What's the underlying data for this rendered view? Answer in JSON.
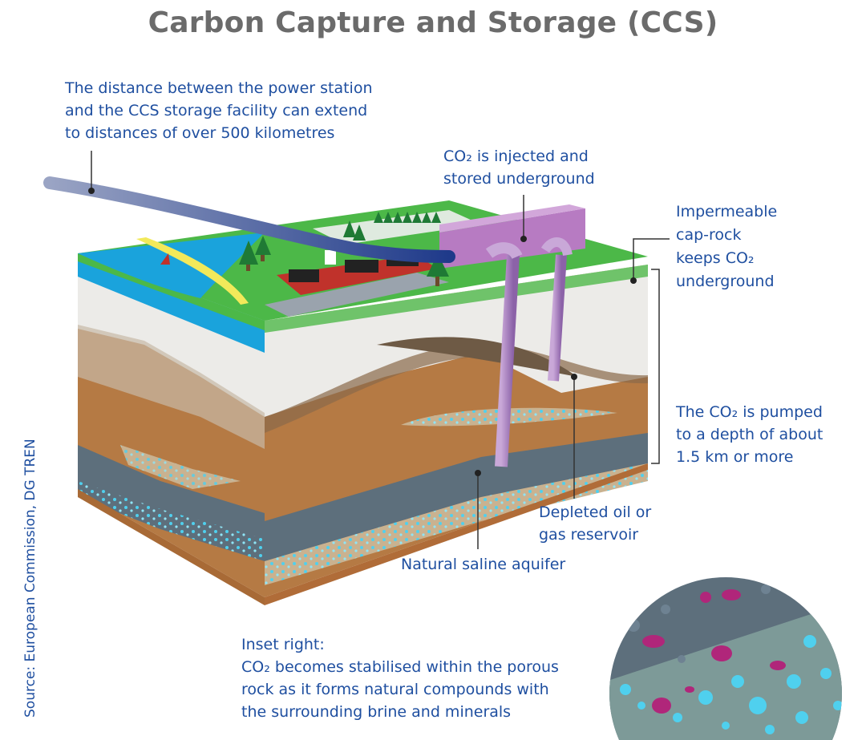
{
  "title": "Carbon Capture and Storage (CCS)",
  "source": "Source: European Commission, DG TREN",
  "annotations": {
    "pipeline": [
      "The distance between the power station",
      "and the CCS storage facility can extend",
      "to distances of over 500 kilometres"
    ],
    "injected": [
      "CO₂ is injected and",
      "stored underground"
    ],
    "caprock": [
      "Impermeable",
      "cap-rock",
      "keeps CO₂",
      "underground"
    ],
    "depth": [
      "The CO₂ is pumped",
      "to a depth of about",
      "1.5 km or more"
    ],
    "reservoir": [
      "Depleted oil or",
      "gas reservoir"
    ],
    "aquifer": [
      "Natural saline aquifer"
    ],
    "inset": [
      "Inset right:",
      "CO₂ becomes stabilised within the porous",
      "rock as it forms natural compounds with",
      "the surrounding brine and minerals"
    ]
  },
  "colors": {
    "text": "#1f4fa0",
    "title": "#6b6b6b",
    "sea": "#1aa3dc",
    "grass": "#4cb848",
    "rock_light": "#ecebe8",
    "rock_brown": "#b57a44",
    "aquifer": "#5d6f7c",
    "brine": "#4fd0ee",
    "co2": "#b0267a"
  }
}
